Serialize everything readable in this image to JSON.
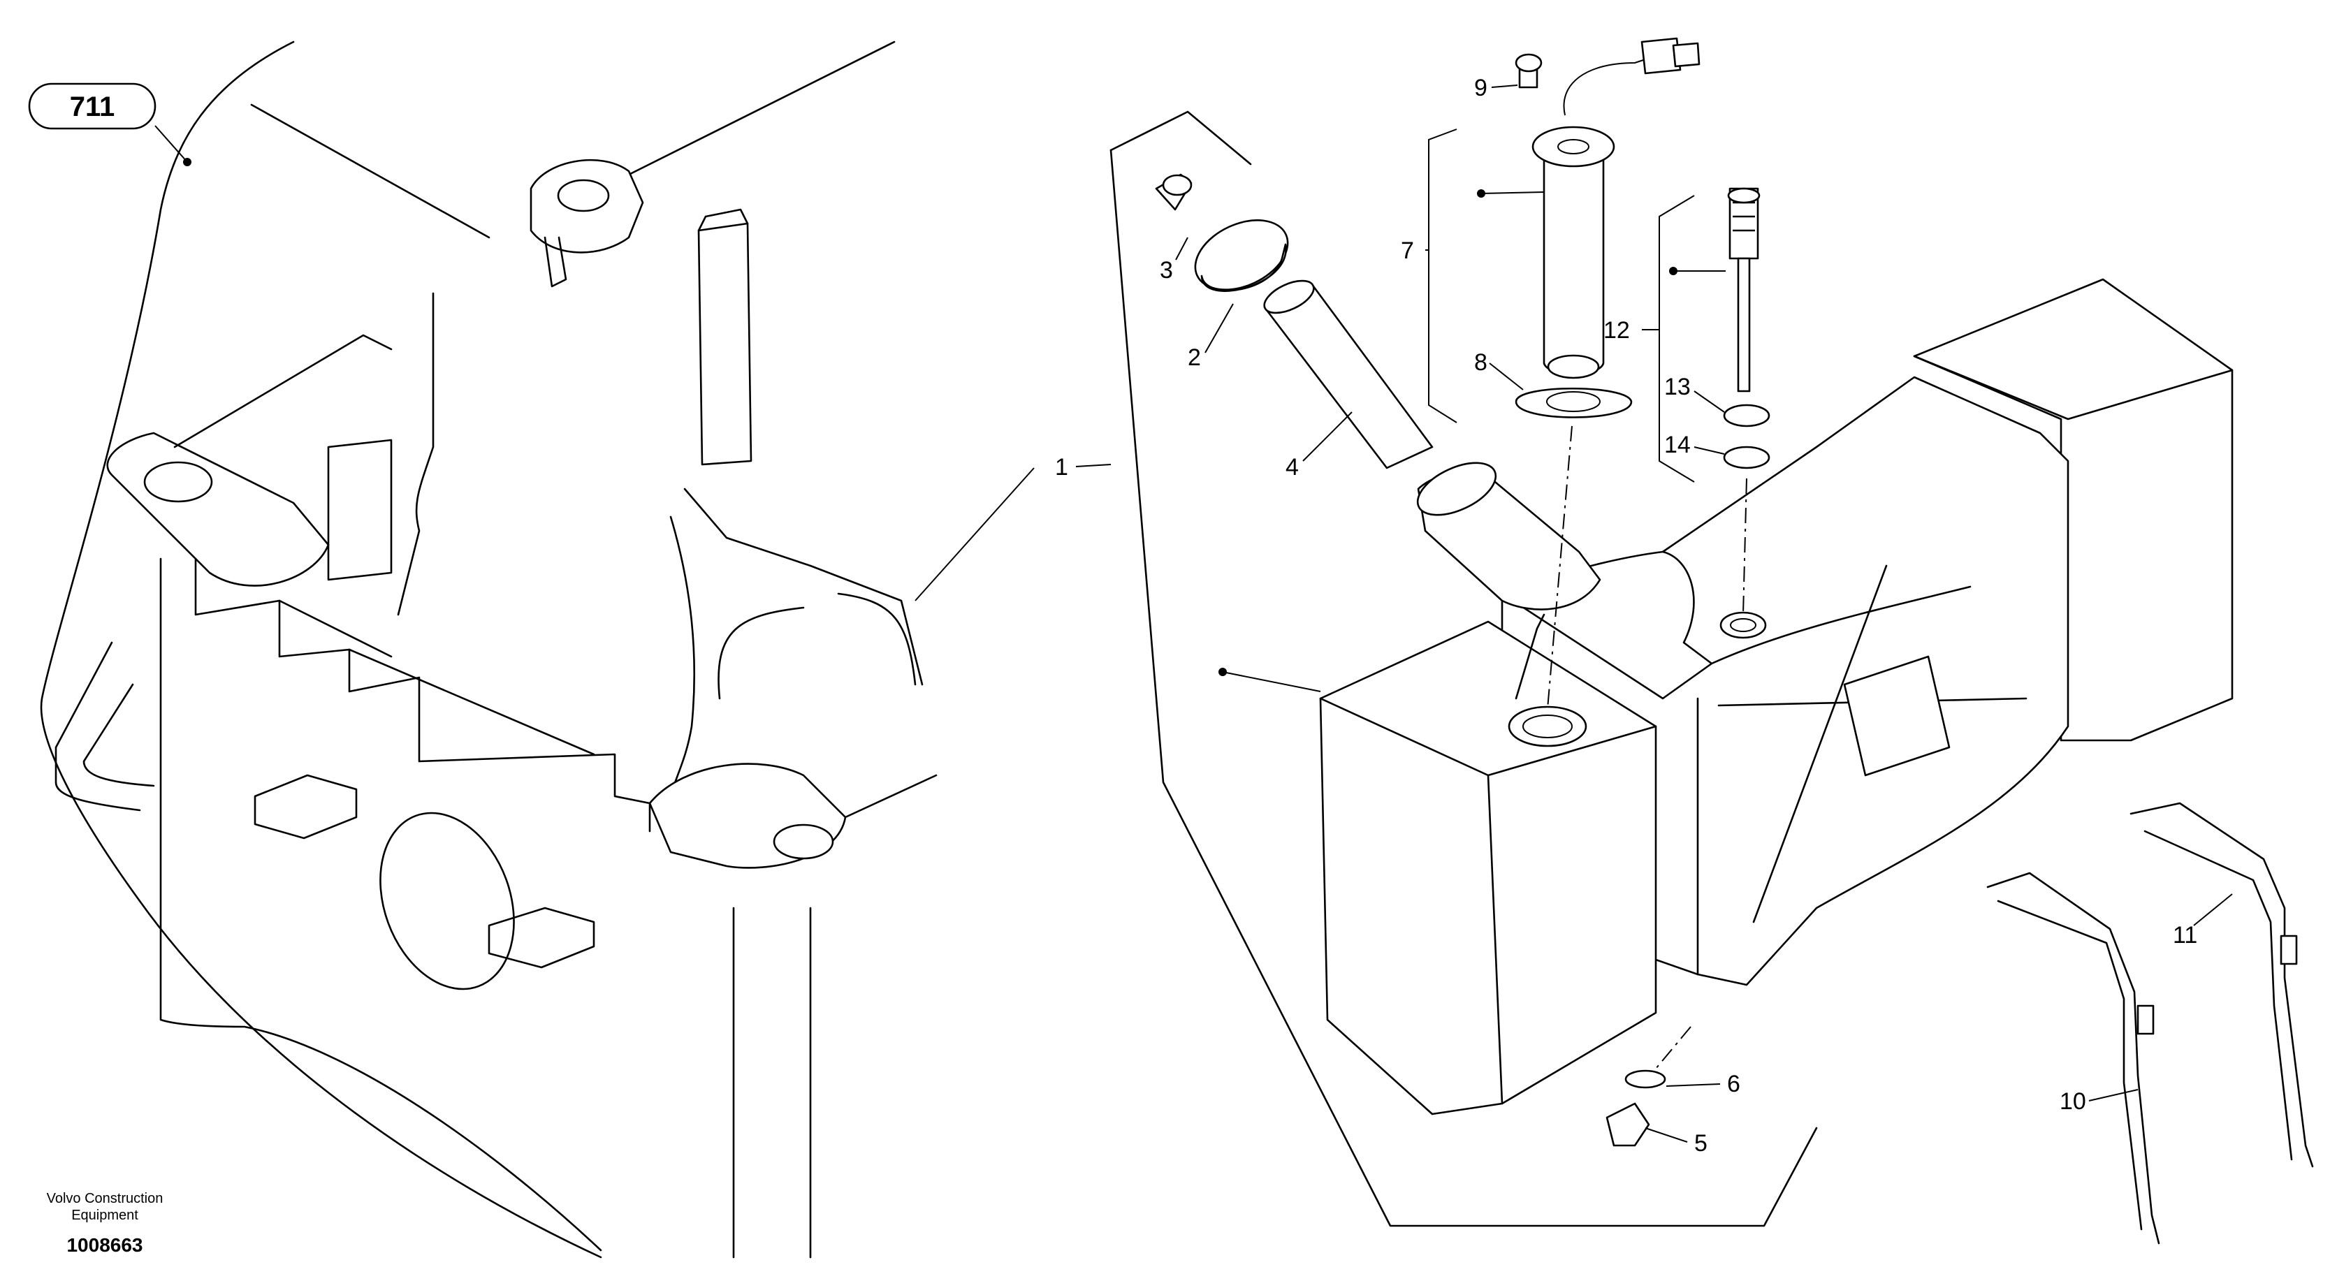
{
  "reference_tag": "711",
  "callouts": [
    "1",
    "2",
    "3",
    "4",
    "5",
    "6",
    "7",
    "8",
    "9",
    "10",
    "11",
    "12",
    "13",
    "14"
  ],
  "credit": {
    "line1": "Volvo Construction",
    "line2": "Equipment"
  },
  "document_number": "1008663"
}
